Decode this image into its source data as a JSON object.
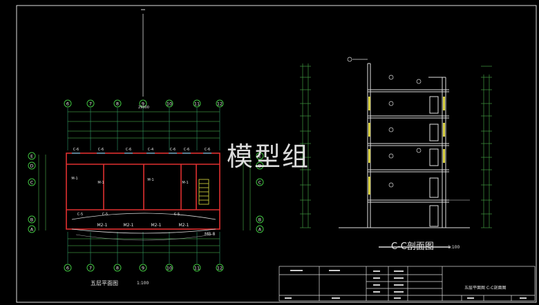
{
  "watermark": "模型组",
  "plan": {
    "grid_axes": [
      "6",
      "7",
      "8",
      "9",
      "10",
      "11",
      "12"
    ],
    "row_axes": [
      "E",
      "D",
      "C",
      "B",
      "A"
    ],
    "window_tags": [
      "C-6",
      "C-6",
      "C-6",
      "C-4",
      "C-6",
      "C-6",
      "C-6"
    ],
    "lower_window_tags": [
      "C-5",
      "C-5",
      "C-5"
    ],
    "door_tags": [
      "M2-1",
      "M2-1",
      "M2-1",
      "M2-1"
    ],
    "room_labels": [
      "M-1",
      "M-1",
      "M-1",
      "M-1"
    ],
    "door_mb": "MB-8",
    "overall_dim": "29600",
    "title": "五层平面图",
    "scale": "1:100"
  },
  "section": {
    "title": "C-C剖面图",
    "scale": "1:100"
  },
  "title_block": {
    "drawing_name": "五层平面图  C-C剖面图"
  }
}
